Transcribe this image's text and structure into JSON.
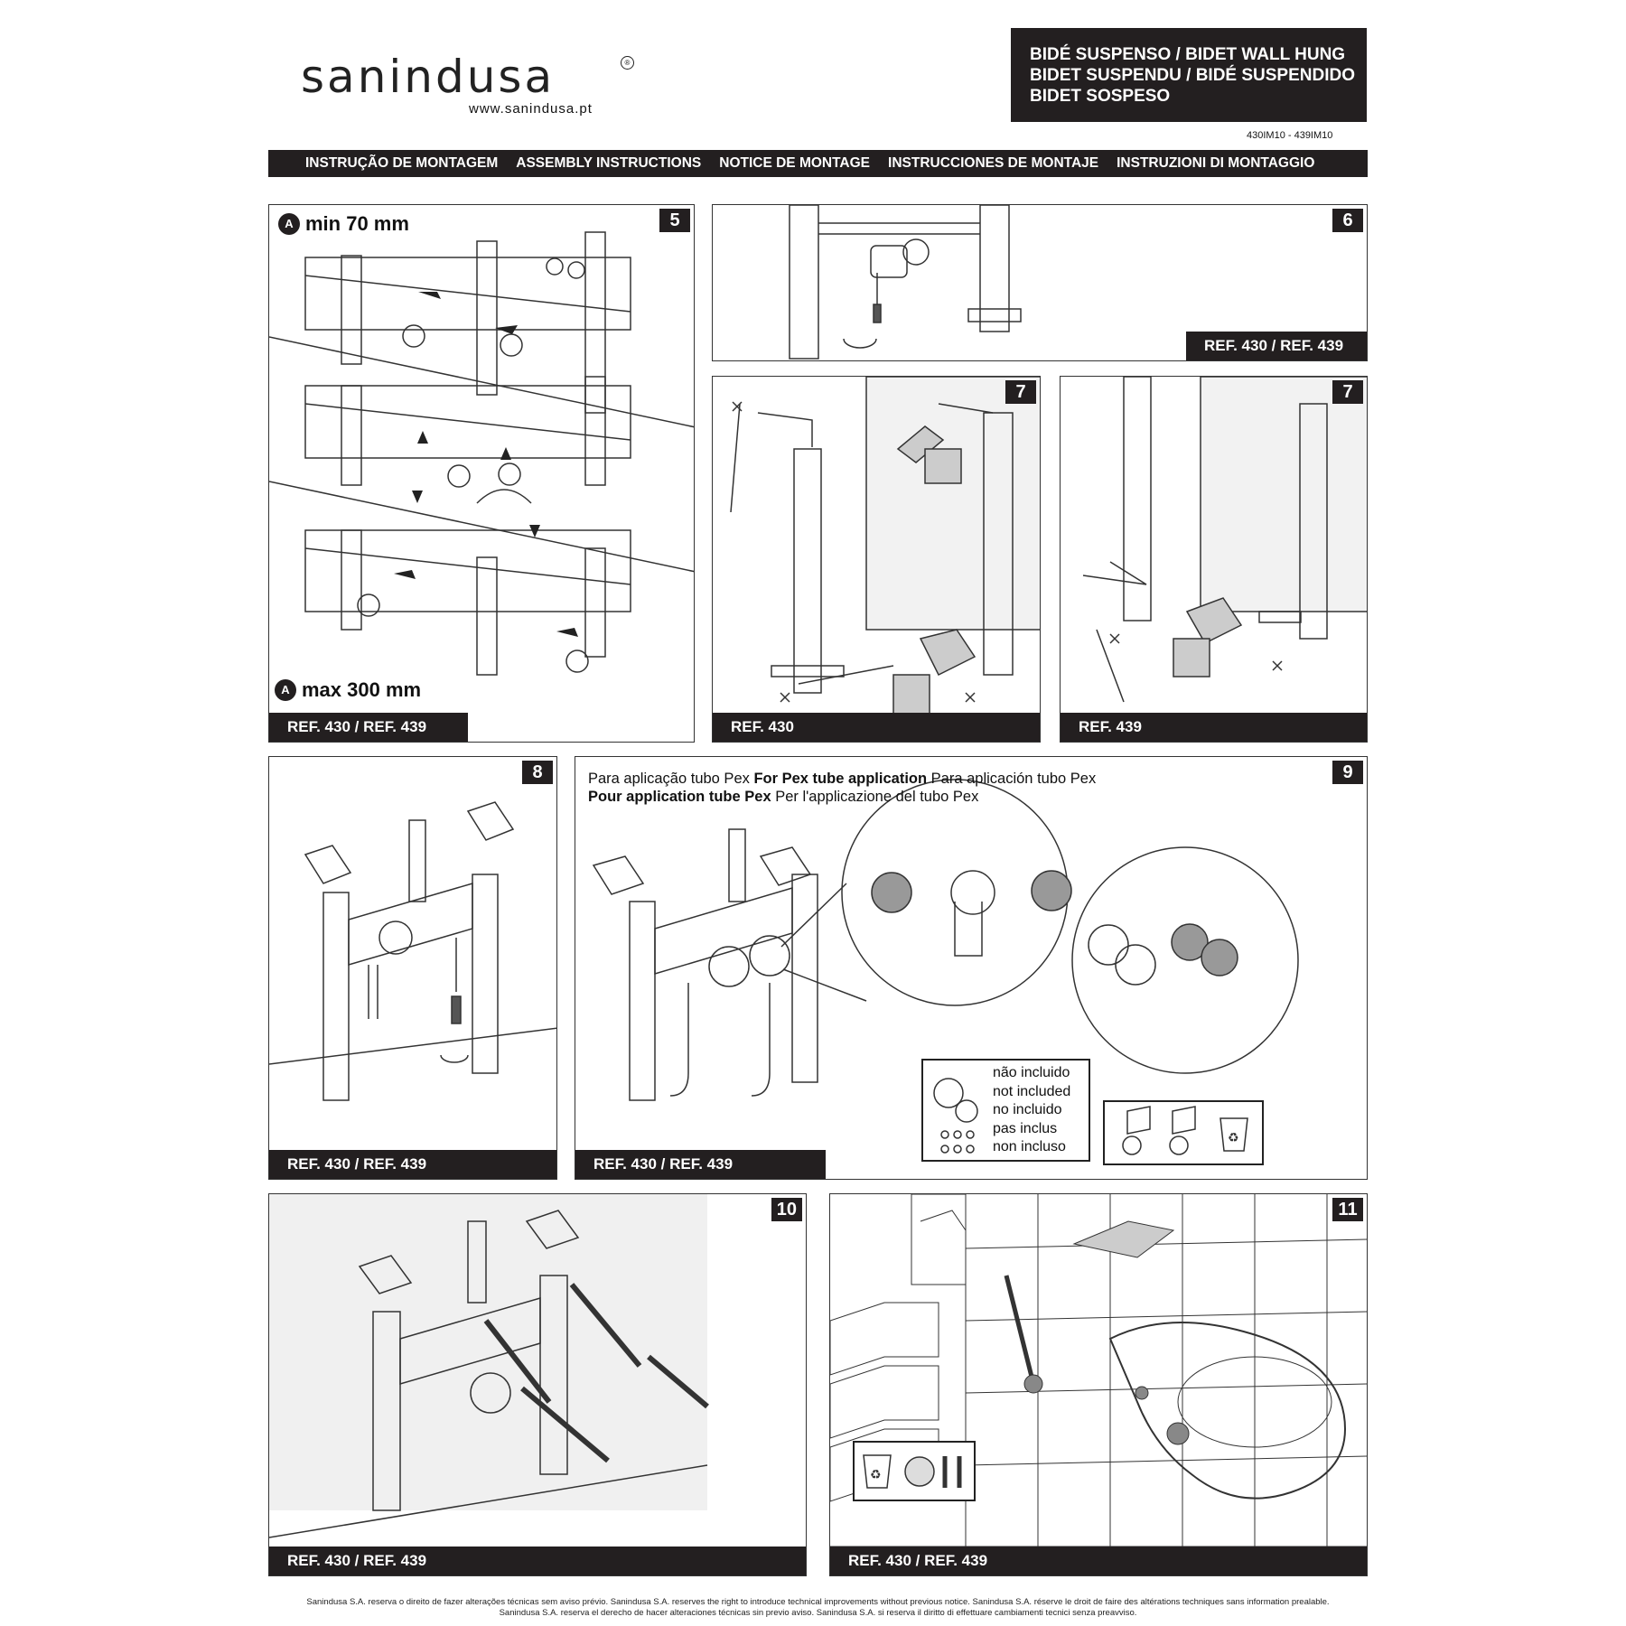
{
  "header": {
    "brand": "sanindusa",
    "registered_mark": "®",
    "website": "www.sanindusa.pt",
    "product_title_lines": [
      "BIDÉ SUSPENSO  /  BIDET WALL HUNG",
      "BIDET SUSPENDU / BIDÉ SUSPENDIDO",
      "BIDET SOSPESO"
    ],
    "document_code": "430IM10 - 439IM10"
  },
  "instruction_band": [
    "INSTRUÇÃO DE MONTAGEM",
    "ASSEMBLY INSTRUCTIONS",
    "NOTICE DE MONTAGE",
    "INSTRUCCIONES DE MONTAJE",
    "INSTRUZIONI DI MONTAGGIO"
  ],
  "steps": {
    "s5": {
      "number": "5",
      "label_top_marker": "A",
      "label_top": "min 70 mm",
      "label_bottom_marker": "A",
      "label_bottom": "max 300 mm",
      "ref": "REF. 430 / REF. 439"
    },
    "s6": {
      "number": "6",
      "ref": "REF. 430 / REF. 439"
    },
    "s7a": {
      "number": "7",
      "ref": "REF. 430"
    },
    "s7b": {
      "number": "7",
      "ref": "REF. 439"
    },
    "s8": {
      "number": "8",
      "ref": "REF. 430 / REF. 439"
    },
    "s9": {
      "number": "9",
      "pex_line1_a": "Para aplicação tubo Pex ",
      "pex_line1_b": "For Pex tube application",
      "pex_line1_c": " Para aplicación tubo Pex",
      "pex_line2_a": "Pour application tube Pex",
      "pex_line2_b": "  Per l'applicazione del tubo Pex",
      "not_included": [
        "não incluido",
        "not included",
        "no incluido",
        "pas inclus",
        "non incluso"
      ],
      "ref": "REF. 430 / REF. 439"
    },
    "s10": {
      "number": "10",
      "ref": "REF. 430 / REF. 439"
    },
    "s11": {
      "number": "11",
      "ref": "REF. 430 / REF. 439"
    }
  },
  "icons": [
    "recycle-bag-icon",
    "wall-bracket-icon",
    "screwdriver-icon",
    "drill-icon"
  ],
  "footer": {
    "line1": "Sanindusa S.A. reserva o direito de fazer alterações técnicas sem aviso prévio.    Sanindusa S.A. reserves the right to introduce technical improvements without previous notice.    Sanindusa S.A. réserve le droit de faire des altérations techniques sans information prealable.",
    "line2": "Sanindusa S.A. reserva el derecho de hacer alteraciones técnicas sin previo aviso.    Sanindusa S.A. si reserva il diritto di effettuare cambiamenti tecnici senza preavviso."
  }
}
